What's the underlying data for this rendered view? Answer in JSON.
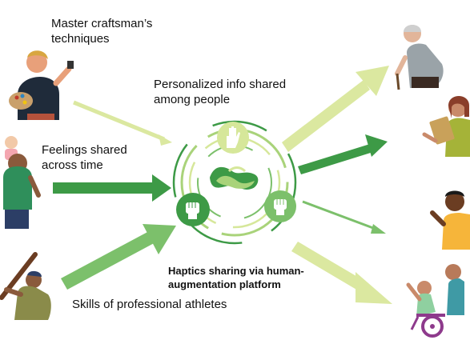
{
  "labels": {
    "craftsman": [
      "Master craftsman’s",
      "techniques"
    ],
    "personalized": [
      "Personalized info shared",
      "among people"
    ],
    "feelings": [
      "Feelings shared",
      "across time"
    ],
    "athletes": "Skills of professional athletes",
    "platform": [
      "Haptics sharing via human-",
      "augmentation platform"
    ]
  },
  "icons": {
    "top_hand": "open-hand-icon",
    "left_hand": "closed-fist-icon",
    "right_hand": "raised-fist-icon",
    "center": "wave-logo-icon"
  },
  "colors": {
    "light_green": "#d9e89a",
    "mid_green": "#7cc06b",
    "dark_green": "#3b9a44",
    "pale_green": "#e6efc0"
  }
}
